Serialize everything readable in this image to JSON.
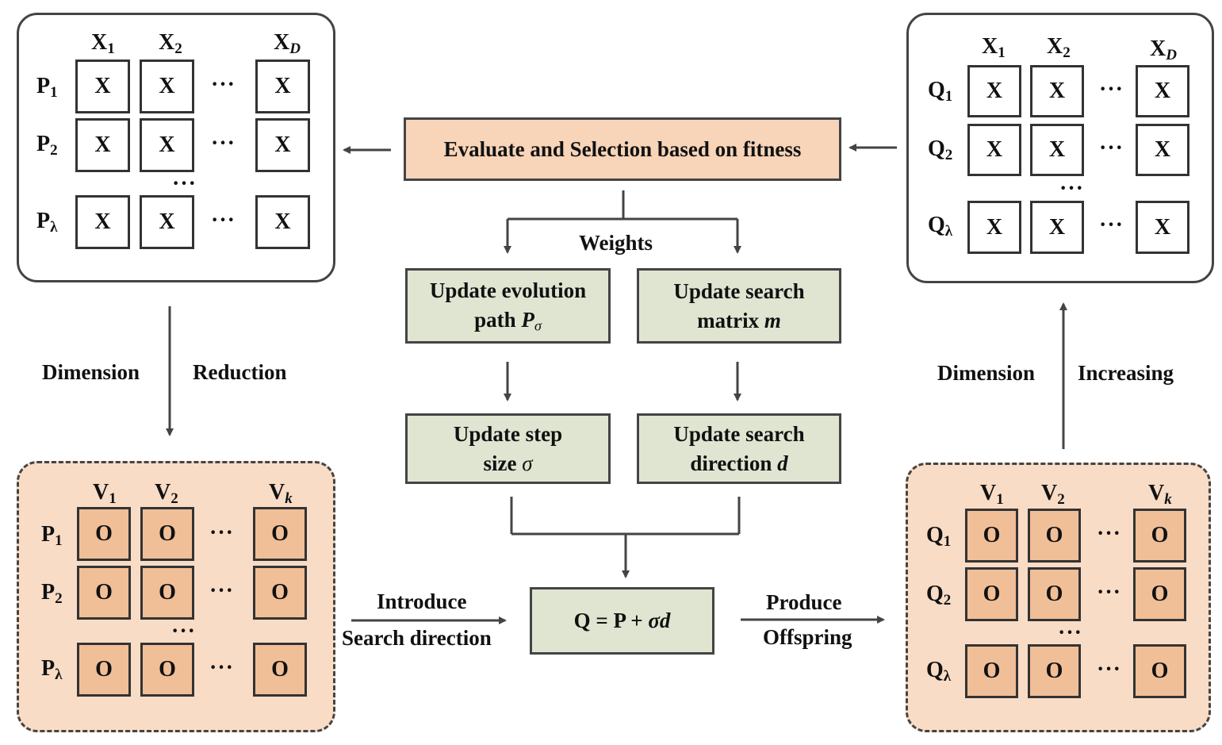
{
  "top_left": {
    "cols": [
      {
        "base": "X",
        "sub": "1"
      },
      {
        "base": "X",
        "sub": "2"
      },
      {
        "base": "X",
        "sub": "D"
      }
    ],
    "rows": [
      {
        "base": "P",
        "sub": "1"
      },
      {
        "base": "P",
        "sub": "2"
      },
      {
        "base": "P",
        "sub": "λ"
      }
    ],
    "cell": "X",
    "dots": "···"
  },
  "top_right": {
    "cols": [
      {
        "base": "X",
        "sub": "1"
      },
      {
        "base": "X",
        "sub": "2"
      },
      {
        "base": "X",
        "sub": "D"
      }
    ],
    "rows": [
      {
        "base": "Q",
        "sub": "1"
      },
      {
        "base": "Q",
        "sub": "2"
      },
      {
        "base": "Q",
        "sub": "λ"
      }
    ],
    "cell": "X",
    "dots": "···"
  },
  "bottom_left": {
    "cols": [
      {
        "base": "V",
        "sub": "1"
      },
      {
        "base": "V",
        "sub": "2"
      },
      {
        "base": "V",
        "sub": "k"
      }
    ],
    "rows": [
      {
        "base": "P",
        "sub": "1"
      },
      {
        "base": "P",
        "sub": "2"
      },
      {
        "base": "P",
        "sub": "λ"
      }
    ],
    "cell": "O",
    "dots": "···"
  },
  "bottom_right": {
    "cols": [
      {
        "base": "V",
        "sub": "1"
      },
      {
        "base": "V",
        "sub": "2"
      },
      {
        "base": "V",
        "sub": "k"
      }
    ],
    "rows": [
      {
        "base": "Q",
        "sub": "1"
      },
      {
        "base": "Q",
        "sub": "2"
      },
      {
        "base": "Q",
        "sub": "λ"
      }
    ],
    "cell": "O",
    "dots": "···"
  },
  "center": {
    "evaluate": "Evaluate and Selection based on fitness",
    "weights": "Weights",
    "update_path_line1": "Update evolution",
    "update_path_line2": "path",
    "update_path_symbol": "P",
    "update_path_sub": "σ",
    "update_matrix_line1": "Update search",
    "update_matrix_line2": "matrix",
    "update_matrix_symbol": "m",
    "update_step_line1": "Update step",
    "update_step_line2": "size",
    "update_step_symbol": "σ",
    "update_dir_line1": "Update search",
    "update_dir_line2": "direction",
    "update_dir_symbol": "d",
    "formula_lhs": "Q = P + ",
    "formula_var": "σd"
  },
  "edges": {
    "dimension_left": "Dimension",
    "reduction": "Reduction",
    "dimension_right": "Dimension",
    "increasing": "Increasing",
    "introduce": "Introduce",
    "search_direction": "Search direction",
    "produce": "Produce",
    "offspring": "Offspring"
  },
  "colors": {
    "green_box": "#e0e5d2",
    "peach_box": "#f8d4b8",
    "peach_panel": "#f8dcc6",
    "orange_cell": "#f0bf98",
    "stroke": "#444444"
  }
}
